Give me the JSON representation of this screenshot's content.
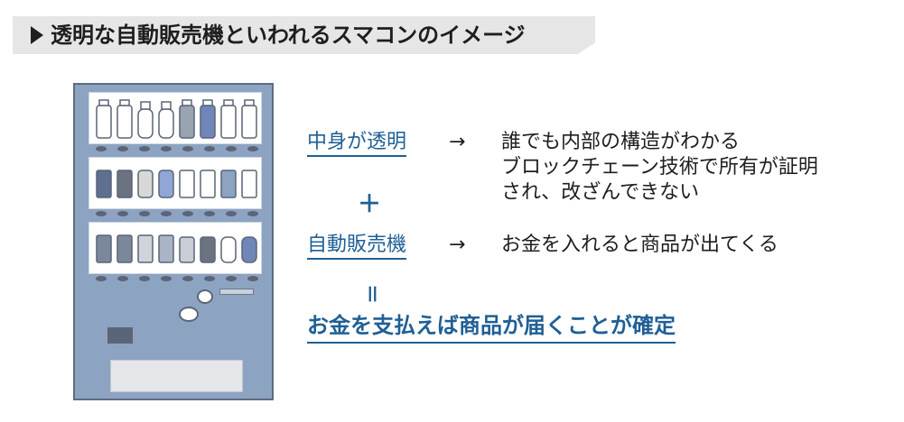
{
  "title": "透明な自動販売機といわれるスマコンのイメージ",
  "row1": {
    "term": "中身が透明",
    "arrow": "→",
    "lines": [
      "誰でも内部の構造がわかる",
      "ブロックチェーン技術で所有が証明",
      "され、改ざんできない"
    ]
  },
  "plus": "＋",
  "row2": {
    "term": "自動販売機",
    "arrow": "→",
    "line": "お金を入れると商品が出てくる"
  },
  "equals": "＝",
  "conclusion": "お金を支払えば商品が届くことが確定",
  "colors": {
    "accent": "#1f5f95",
    "machine": "#8da3c2",
    "banner": "#e6e6e6"
  }
}
